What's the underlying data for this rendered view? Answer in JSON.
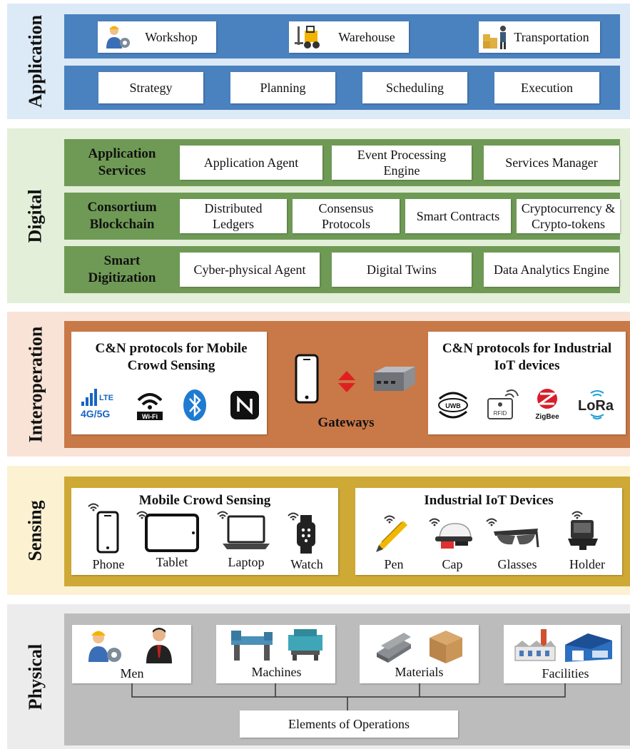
{
  "layers": {
    "application": {
      "label": "Application",
      "row1": [
        "Workshop",
        "Warehouse",
        "Transportation"
      ],
      "row2": [
        "Strategy",
        "Planning",
        "Scheduling",
        "Execution"
      ]
    },
    "digital": {
      "label": "Digital",
      "rows": [
        {
          "label": "Application Services",
          "items": [
            "Application Agent",
            "Event Processing Engine",
            "Services Manager"
          ]
        },
        {
          "label": "Consortium Blockchain",
          "items": [
            "Distributed Ledgers",
            "Consensus Protocols",
            "Smart Contracts",
            "Cryptocurrency & Crypto-tokens"
          ]
        },
        {
          "label": "Smart Digitization",
          "items": [
            "Cyber-physical Agent",
            "Digital Twins",
            "Data Analytics Engine"
          ]
        }
      ]
    },
    "interoperation": {
      "label": "Interoperation",
      "left_title": "C&N protocols for Mobile Crowd Sensing",
      "right_title": "C&N protocols for Industrial IoT devices",
      "gateways": "Gateways",
      "left_icons": {
        "lte": "LTE",
        "g45": "4G/5G",
        "wifi": "Wi-Fi"
      },
      "right_icons": {
        "uwb": "UWB",
        "rfid": "RFID",
        "zigbee": "ZigBee",
        "lora": "LoRa"
      }
    },
    "sensing": {
      "label": "Sensing",
      "left_title": "Mobile Crowd Sensing",
      "left_items": [
        "Phone",
        "Tablet",
        "Laptop",
        "Watch"
      ],
      "right_title": "Industrial IoT Devices",
      "right_items": [
        "Pen",
        "Cap",
        "Glasses",
        "Holder"
      ]
    },
    "physical": {
      "label": "Physical",
      "items": [
        "Men",
        "Machines",
        "Materials",
        "Facilities"
      ],
      "root": "Elements of Operations"
    }
  },
  "colors": {
    "app_bg": "#dce9f6",
    "app_panel": "#4a81bf",
    "dig_bg": "#e3efd9",
    "dig_panel": "#6f9a55",
    "int_bg": "#f9e3d6",
    "int_panel": "#c97847",
    "sen_bg": "#fcf2d2",
    "sen_panel": "#cfa935",
    "phy_bg": "#ececec",
    "phy_panel": "#bcbcbc"
  }
}
